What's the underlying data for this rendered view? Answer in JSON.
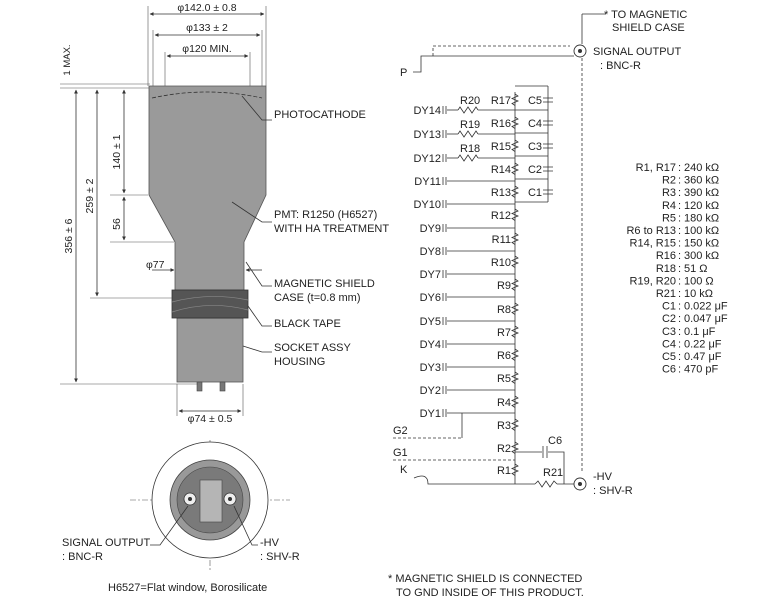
{
  "dimensions": {
    "d142": "φ142.0 ± 0.8",
    "d133": "φ133 ± 2",
    "d120": "φ120 MIN.",
    "max1": "1 MAX.",
    "h140": "140 ± 1",
    "h259": "259 ± 2",
    "h356": "356 ± 6",
    "h56": "56",
    "d77": "φ77",
    "d74": "φ74 ± 0.5"
  },
  "labels": {
    "photocathode": "PHOTOCATHODE",
    "pmt_line1": "PMT: R1250 (H6527)",
    "pmt_line2": "WITH HA TREATMENT",
    "shield_line1": "MAGNETIC SHIELD",
    "shield_line2": "CASE (t=0.8 mm)",
    "black_tape": "BLACK TAPE",
    "socket_line1": "SOCKET ASSY",
    "socket_line2": "HOUSING",
    "signal_output_bottom_1": "SIGNAL OUTPUT",
    "signal_output_bottom_2": ": BNC-R",
    "hv_bottom_1": "-HV",
    "hv_bottom_2": ": SHV-R",
    "caption": "H6527=Flat window, Borosilicate"
  },
  "schematic": {
    "to_shield_1": "* TO MAGNETIC",
    "to_shield_2": "SHIELD CASE",
    "signal_out_1": "SIGNAL OUTPUT",
    "signal_out_2": ": BNC-R",
    "p": "P",
    "hv_1": "-HV",
    "hv_2": ": SHV-R",
    "g2": "G2",
    "g1": "G1",
    "k": "K",
    "c6": "C6",
    "r21": "R21",
    "dynodes": [
      "DY14",
      "DY13",
      "DY12",
      "DY11",
      "DY10",
      "DY9",
      "DY8",
      "DY7",
      "DY6",
      "DY5",
      "DY4",
      "DY3",
      "DY2",
      "DY1"
    ],
    "divider_resistors": [
      "R17",
      "R16",
      "R15",
      "R14",
      "R13",
      "R12",
      "R11",
      "R10",
      "R9",
      "R8",
      "R7",
      "R6",
      "R5",
      "R4",
      "R3",
      "R2",
      "R1"
    ],
    "damping_resistors": [
      "R20",
      "R19",
      "R18"
    ],
    "capacitors": [
      "C5",
      "C4",
      "C3",
      "C2",
      "C1"
    ],
    "note_1": "* MAGNETIC SHIELD IS CONNECTED",
    "note_2": "TO GND INSIDE OF THIS PRODUCT."
  },
  "component_values": [
    {
      "name": "R1, R17",
      "value": "240 kΩ"
    },
    {
      "name": "R2",
      "value": "360 kΩ"
    },
    {
      "name": "R3",
      "value": "390 kΩ"
    },
    {
      "name": "R4",
      "value": "120 kΩ"
    },
    {
      "name": "R5",
      "value": "180 kΩ"
    },
    {
      "name": "R6 to R13",
      "value": "100 kΩ"
    },
    {
      "name": "R14, R15",
      "value": "150 kΩ"
    },
    {
      "name": "R16",
      "value": "300 kΩ"
    },
    {
      "name": "R18",
      "value": "51 Ω"
    },
    {
      "name": "R19, R20",
      "value": "100 Ω"
    },
    {
      "name": "R21",
      "value": "10 kΩ"
    },
    {
      "name": "C1",
      "value": "0.022 μF"
    },
    {
      "name": "C2",
      "value": "0.047 μF"
    },
    {
      "name": "C3",
      "value": "0.1 μF"
    },
    {
      "name": "C4",
      "value": "0.22 μF"
    },
    {
      "name": "C5",
      "value": "0.47 μF"
    },
    {
      "name": "C6",
      "value": "470 pF"
    }
  ]
}
